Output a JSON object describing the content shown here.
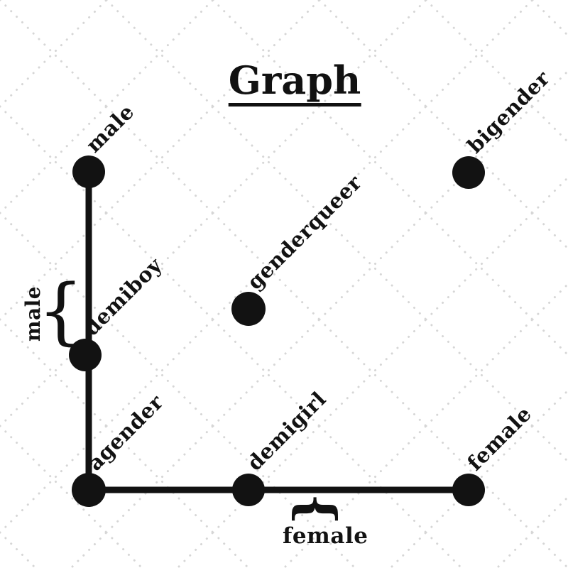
{
  "title": "Graph",
  "graph": {
    "nodes": [
      {
        "id": "male",
        "label": "male"
      },
      {
        "id": "demiboy",
        "label": "demiboy"
      },
      {
        "id": "agender",
        "label": "agender"
      },
      {
        "id": "demigirl",
        "label": "demigirl"
      },
      {
        "id": "female",
        "label": "female"
      },
      {
        "id": "genderqueer",
        "label": "genderqueer"
      },
      {
        "id": "bigender",
        "label": "bigender"
      }
    ],
    "edges": [
      {
        "from": "male",
        "to": "agender",
        "orientation": "vertical"
      },
      {
        "from": "agender",
        "to": "female",
        "orientation": "horizontal"
      }
    ]
  },
  "braces": {
    "left": {
      "glyph": "{",
      "label": "male"
    },
    "bottom": {
      "glyph": "{",
      "label": "female"
    }
  },
  "colors": {
    "ink": "#121212",
    "lattice": "#d6d6d6",
    "background": "#ffffff"
  }
}
